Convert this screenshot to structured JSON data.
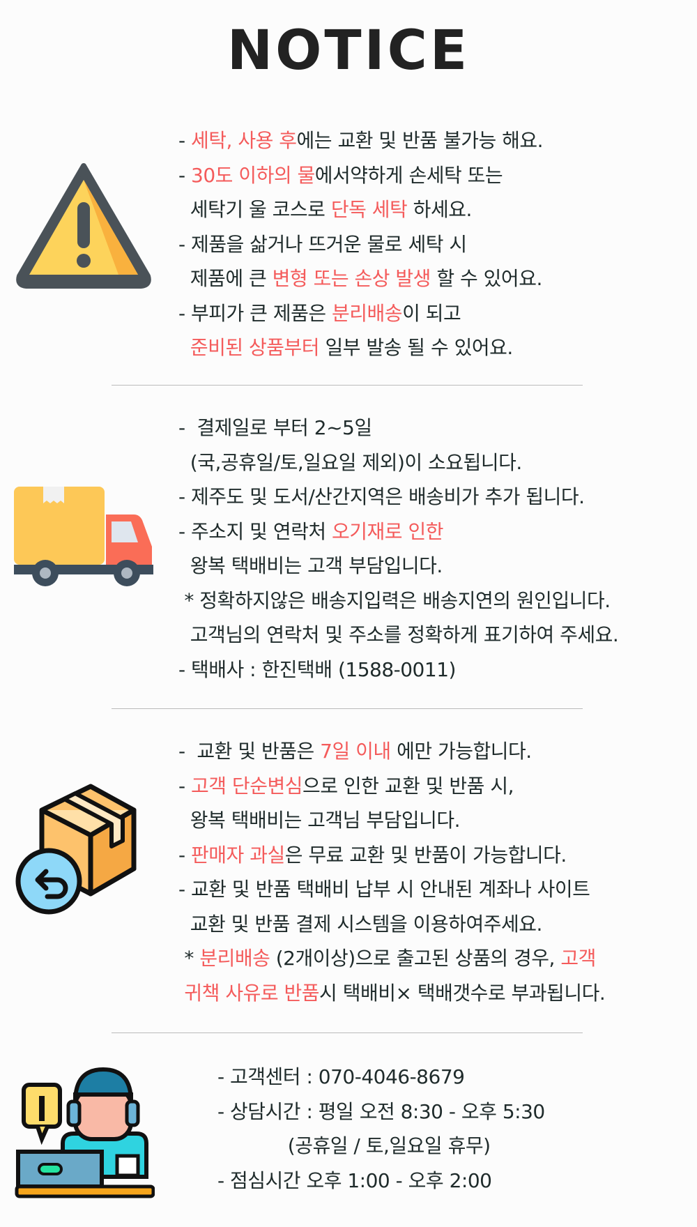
{
  "title": "NOTICE",
  "colors": {
    "accent_red": "#f45b5b",
    "text": "#1f2b2b"
  },
  "sections": [
    {
      "icon": "warning-icon",
      "lines": [
        [
          {
            "t": "- "
          },
          {
            "t": "세탁, 사용 후",
            "red": true
          },
          {
            "t": "에는 교환 및 반품 불가능 해요."
          }
        ],
        [
          {
            "t": "- "
          },
          {
            "t": "30도 이하의 물",
            "red": true
          },
          {
            "t": "에서약하게 손세탁 또는"
          }
        ],
        [
          {
            "t": "  세탁기 울 코스로 "
          },
          {
            "t": "단독 세탁",
            "red": true
          },
          {
            "t": " 하세요."
          }
        ],
        [
          {
            "t": "- 제품을 삶거나 뜨거운 물로 세탁 시"
          }
        ],
        [
          {
            "t": "  제품에 큰 "
          },
          {
            "t": "변형 또는 손상 발생",
            "red": true
          },
          {
            "t": " 할 수 있어요."
          }
        ],
        [
          {
            "t": "- 부피가 큰 제품은 "
          },
          {
            "t": "분리배송",
            "red": true
          },
          {
            "t": "이 되고"
          }
        ],
        [
          {
            "t": "  "
          },
          {
            "t": "준비된 상품부터",
            "red": true
          },
          {
            "t": " 일부 발송 될 수 있어요."
          }
        ]
      ]
    },
    {
      "icon": "delivery-truck-icon",
      "lines": [
        [
          {
            "t": "-  결제일로 부터 2~5일"
          }
        ],
        [
          {
            "t": "  (국,공휴일/토,일요일 제외)이 소요됩니다."
          }
        ],
        [
          {
            "t": "- 제주도 및 도서/산간지역은 배송비가 추가 됩니다."
          }
        ],
        [
          {
            "t": "- 주소지 및 연락처 "
          },
          {
            "t": "오기재로 인한",
            "red": true
          }
        ],
        [
          {
            "t": "  왕복 택배비는 고객 부담입니다."
          }
        ],
        [
          {
            "t": " * 정확하지않은 배송지입력은 배송지연의 원인입니다."
          }
        ],
        [
          {
            "t": "  고객님의 연락처 및 주소를 정확하게 표기하여 주세요."
          }
        ],
        [
          {
            "t": "- 택배사 : 한진택배 (1588-0011)"
          }
        ]
      ]
    },
    {
      "icon": "box-return-icon",
      "lines": [
        [
          {
            "t": "-  교환 및 반품은 "
          },
          {
            "t": "7일 이내",
            "red": true
          },
          {
            "t": " 에만 가능합니다."
          }
        ],
        [
          {
            "t": "- "
          },
          {
            "t": "고객 단순변심",
            "red": true
          },
          {
            "t": "으로 인한 교환 및 반품 시,"
          }
        ],
        [
          {
            "t": "  왕복 택배비는 고객님 부담입니다."
          }
        ],
        [
          {
            "t": "- "
          },
          {
            "t": "판매자 과실",
            "red": true
          },
          {
            "t": "은 무료 교환 및 반품이 가능합니다."
          }
        ],
        [
          {
            "t": "- 교환 및 반품 택배비 납부 시 안내된 계좌나 사이트"
          }
        ],
        [
          {
            "t": "  교환 및 반품 결제 시스템을 이용하여주세요."
          }
        ],
        [
          {
            "t": " * "
          },
          {
            "t": "분리배송",
            "red": true
          },
          {
            "t": " (2개이상)으로 출고된 상품의 경우, "
          },
          {
            "t": "고객",
            "red": true
          }
        ],
        [
          {
            "t": " "
          },
          {
            "t": "귀책 사유로 반품",
            "red": true
          },
          {
            "t": "시 택배비× 택배갯수로 부과됩니다."
          }
        ]
      ]
    },
    {
      "icon": "customer-service-agent-icon",
      "lines": [
        [
          {
            "t": "- 고객센터 : 070-4046-8679"
          }
        ],
        [
          {
            "t": "- 상담시간 : 평일 오전 8:30 - 오후 5:30"
          }
        ],
        [
          {
            "t": "            (공휴일 / 토,일요일 휴무)"
          }
        ],
        [
          {
            "t": "- 점심시간 오후 1:00 - 오후 2:00"
          }
        ]
      ]
    }
  ]
}
